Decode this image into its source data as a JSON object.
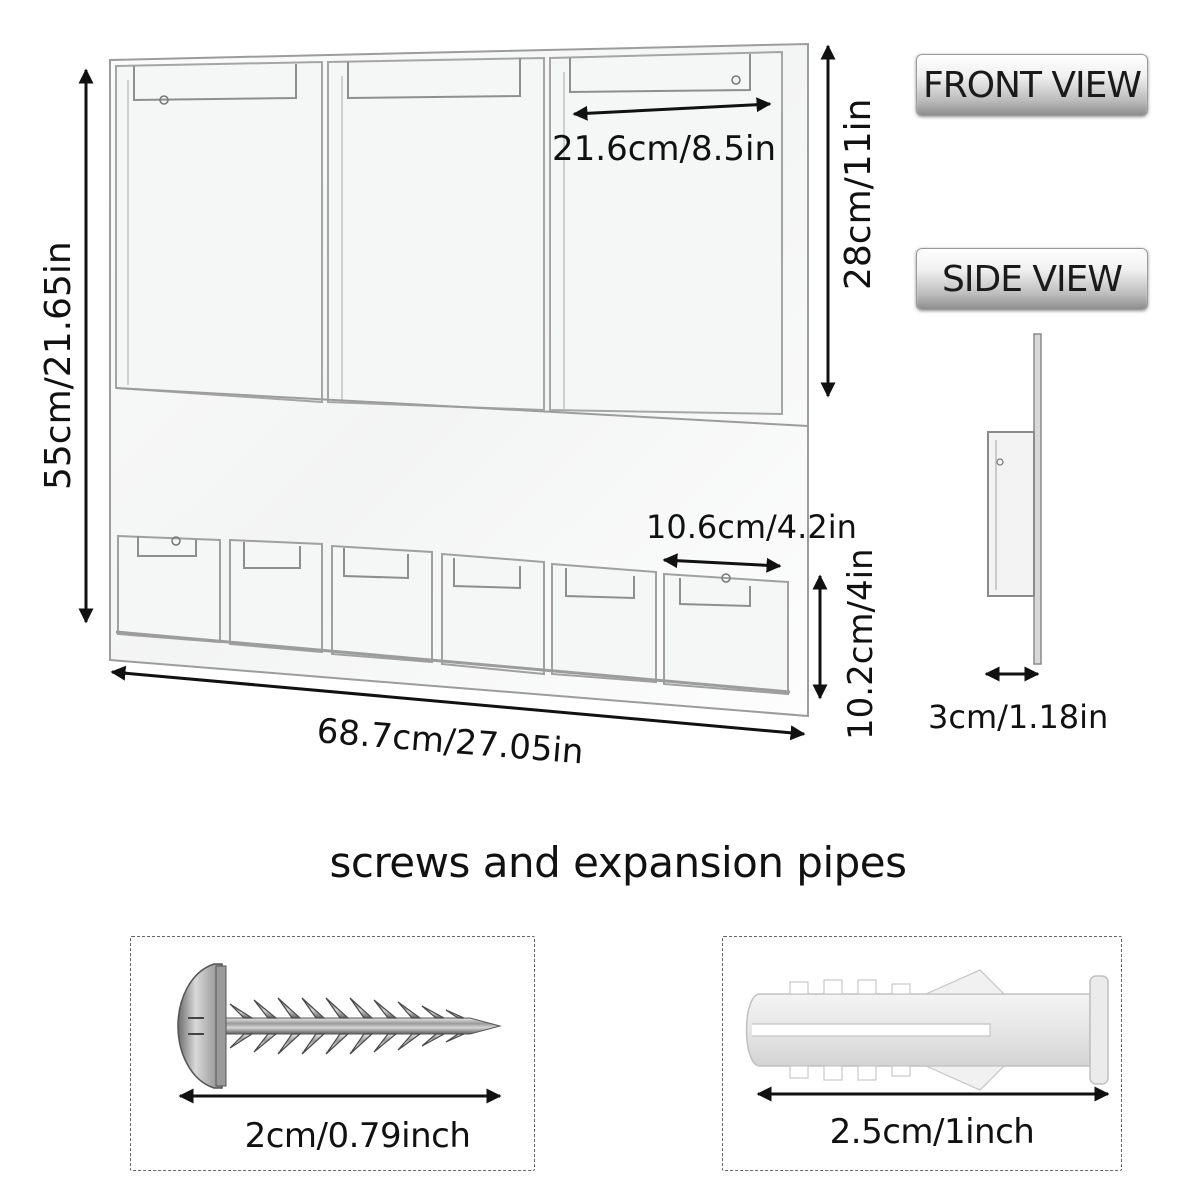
{
  "labels": {
    "front_view": "FRONT VIEW",
    "side_view": "SIDE VIEW"
  },
  "dimensions": {
    "pocket_width": "21.6cm/8.5in",
    "pocket_height": "28cm/11in",
    "total_height": "55cm/21.65in",
    "total_width": "68.7cm/27.05in",
    "small_pocket_width": "10.6cm/4.2in",
    "small_pocket_height": "10.2cm/4in",
    "depth": "3cm/1.18in"
  },
  "hardware": {
    "title": "screws and expansion pipes",
    "screw_size": "2cm/0.79inch",
    "plug_size": "2.5cm/1inch"
  },
  "icons": {
    "screw": "screw-icon",
    "plug": "expansion-pipe-icon"
  },
  "colors": {
    "ink": "#111111",
    "acrylic_edge": "#9c9c9c",
    "acrylic_fill": "#f7f8f8"
  }
}
